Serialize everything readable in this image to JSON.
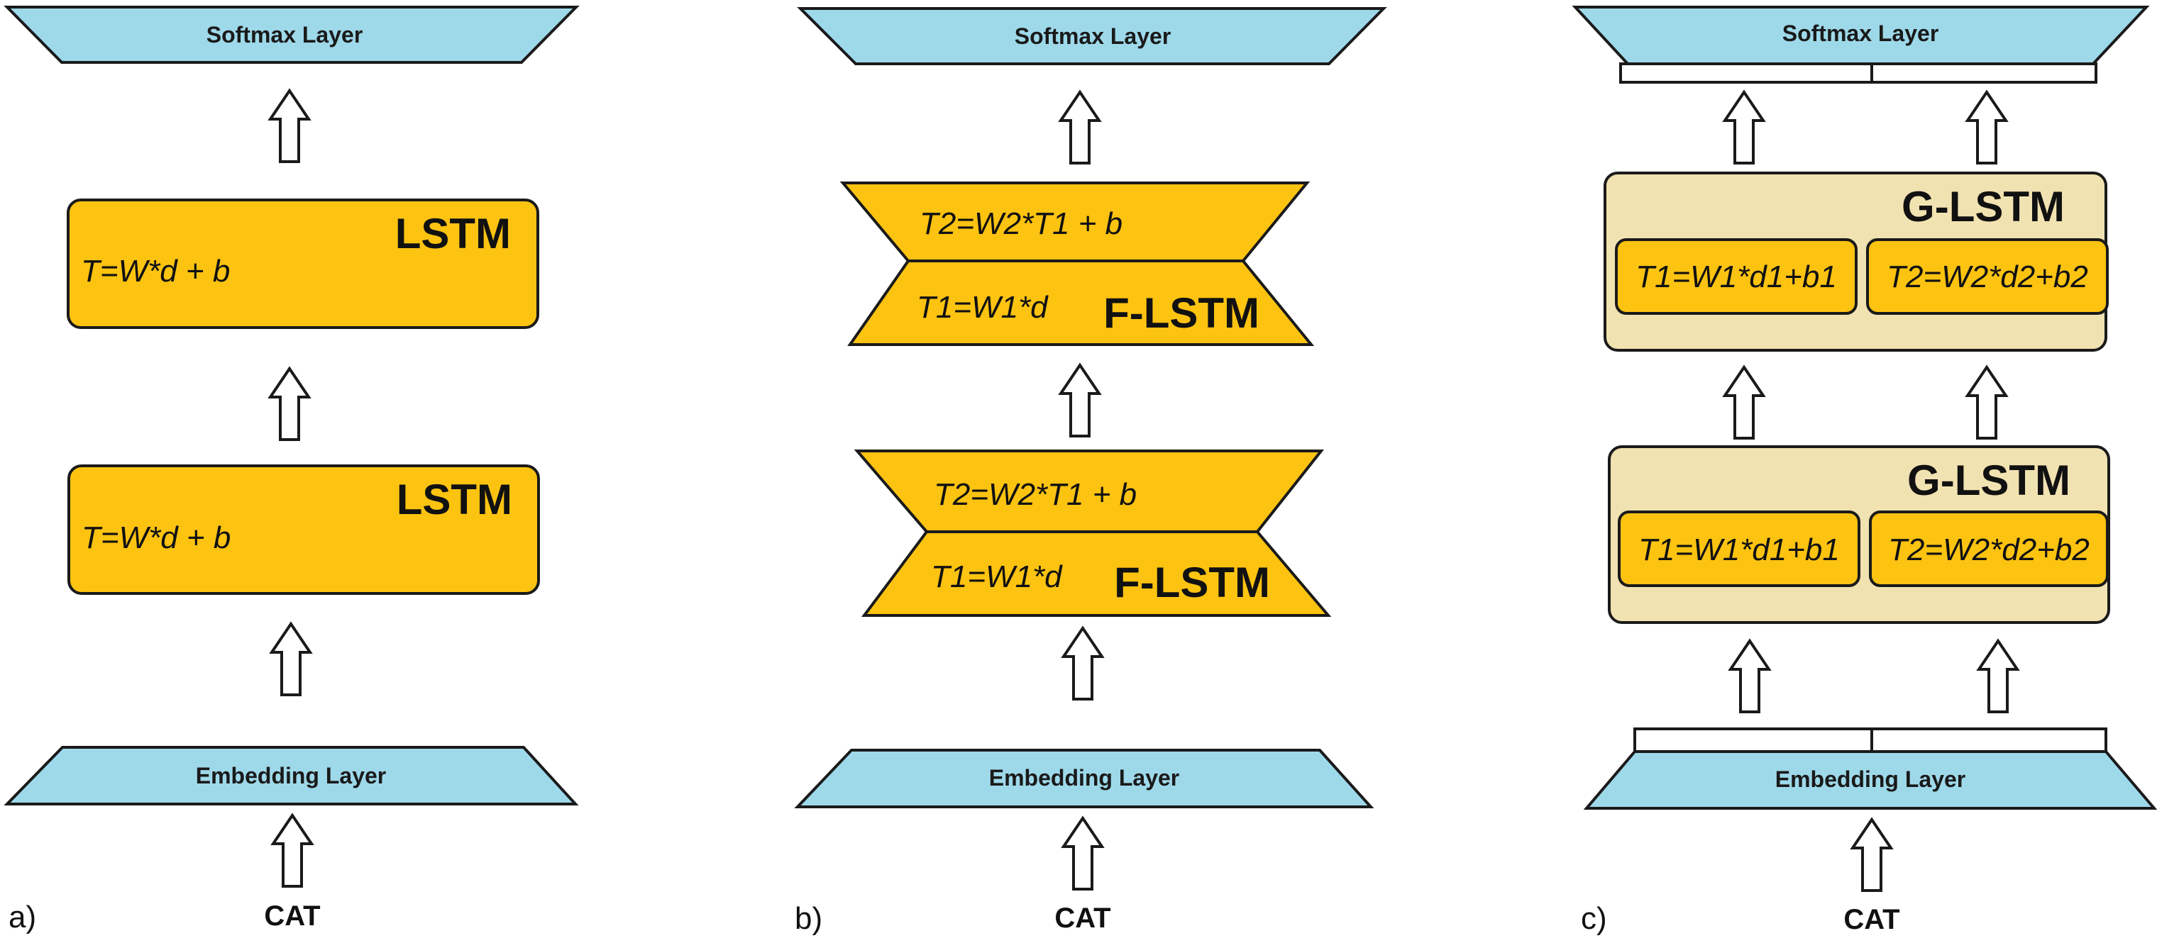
{
  "colors": {
    "layer_fill": "#9ED9EA",
    "lstm_fill": "#FDC311",
    "glstm_fill": "#F1E2B1",
    "stroke": "#1a1a1a",
    "arrow_fill": "#ffffff"
  },
  "panels": {
    "a": {
      "label": "a)",
      "softmax": "Softmax Layer",
      "embedding": "Embedding Layer",
      "input": "CAT",
      "lstm_top": {
        "title": "LSTM",
        "formula": "T=W*d + b"
      },
      "lstm_bottom": {
        "title": "LSTM",
        "formula": "T=W*d + b"
      }
    },
    "b": {
      "label": "b)",
      "softmax": "Softmax Layer",
      "embedding": "Embedding Layer",
      "input": "CAT",
      "flstm_top": {
        "title": "F-LSTM",
        "formula_upper": "T2=W2*T1 + b",
        "formula_lower": "T1=W1*d"
      },
      "flstm_bottom": {
        "title": "F-LSTM",
        "formula_upper": "T2=W2*T1 + b",
        "formula_lower": "T1=W1*d"
      }
    },
    "c": {
      "label": "c)",
      "softmax": "Softmax Layer",
      "embedding": "Embedding Layer",
      "input": "CAT",
      "glstm_top": {
        "title": "G-LSTM",
        "group1": "T1=W1*d1+b1",
        "group2": "T2=W2*d2+b2"
      },
      "glstm_bottom": {
        "title": "G-LSTM",
        "group1": "T1=W1*d1+b1",
        "group2": "T2=W2*d2+b2"
      }
    }
  }
}
